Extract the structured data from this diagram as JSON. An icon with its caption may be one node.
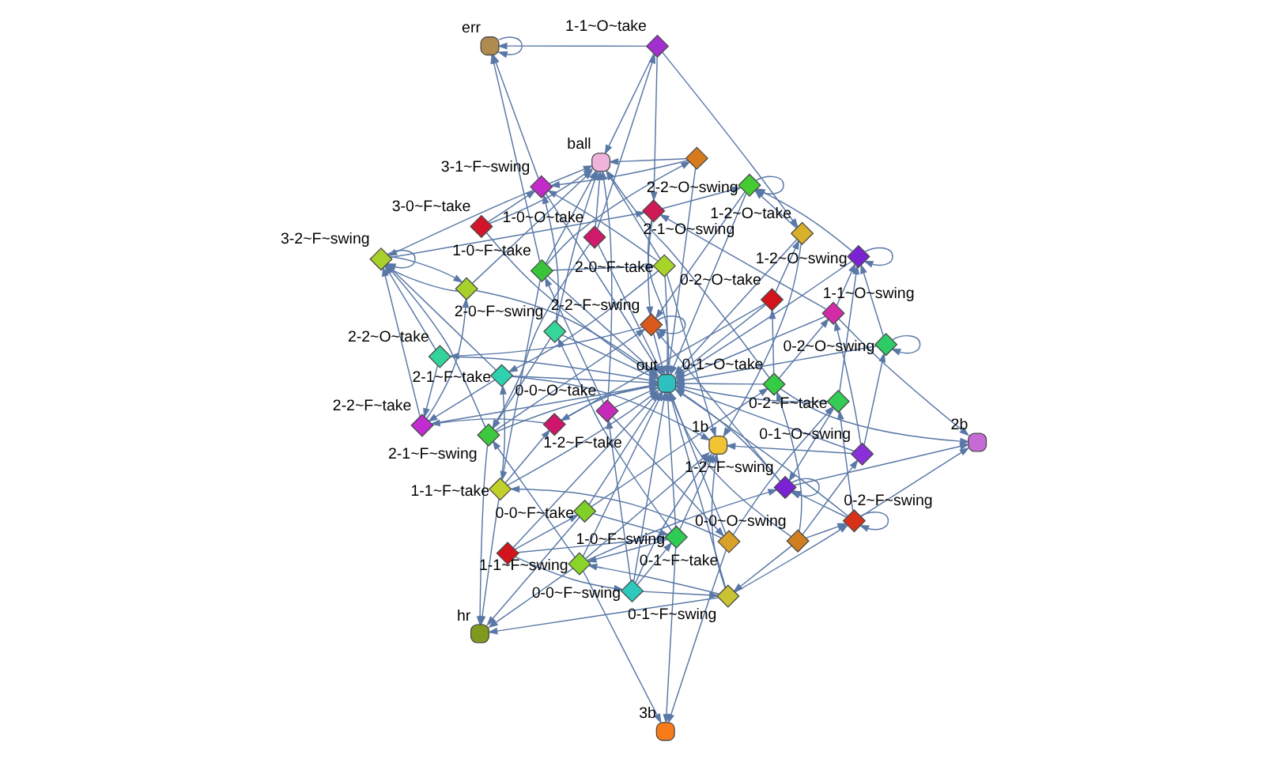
{
  "diagram": {
    "nodes": [
      {
        "text": [],
        "shape": "diamond"
      },
      {
        "text": [],
        "shape": "diamond"
      },
      {
        "text": [
          "0-0~F~swing"
        ]
      },
      {
        "text": [
          "err"
        ]
      },
      {
        "text": [
          "1-1~O~take"
        ]
      },
      {
        "text": [
          "0-0~O~take"
        ]
      },
      {
        "text": [
          "0-0~F~take"
        ]
      },
      {
        "text": [
          "0-0~O~swing"
        ]
      },
      {
        "text": [
          "3b"
        ]
      },
      {
        "text": [
          "1-0~F~take"
        ]
      },
      {
        "text": [
          "3-1~F~swing"
        ]
      },
      {
        "text": [
          "3-0~F~take"
        ]
      },
      {
        "text": [
          "1-0~F~swing"
        ]
      },
      {
        "text": [
          "1-0~O~take"
        ]
      },
      {
        "text": [
          "ball"
        ]
      },
      {
        "text": [
          "0-1~F~swing"
        ]
      },
      {
        "text": [
          "0-1~F~take"
        ]
      },
      {
        "text": [
          "2-0~F~swing"
        ]
      },
      {
        "text": [
          "hr"
        ]
      },
      {
        "text": [
          "0-1~O~take"
        ]
      },
      {
        "text": [
          "0-1~O~swing"
        ]
      },
      {
        "text": [
          "2-1~F~swing"
        ]
      },
      {
        "text": [
          "1b"
        ]
      },
      {
        "text": [
          "2-0~F~take"
        ]
      },
      {
        "text": [
          "out"
        ]
      },
      {
        "text": [
          "1-1~F~swing"
        ]
      },
      {
        "text": [
          "0-2~F~swing"
        ]
      },
      {
        "text": [
          "1-1~F~take"
        ]
      },
      {
        "text": [
          "2-1~F~take"
        ]
      },
      {
        "text": [
          "2b"
        ]
      },
      {
        "text": [
          "3-2~F~swing"
        ]
      },
      {
        "text": [
          "0-2~O~swing"
        ]
      },
      {
        "text": [],
        "shape": "diamond"
      },
      {
        "text": [
          "1-1~O~swing"
        ]
      },
      {
        "text": [
          "0-2~O~take"
        ]
      },
      {
        "text": [
          "2-2~F~take"
        ]
      },
      {
        "text": [
          "1-2~F~take"
        ]
      },
      {
        "text": [
          "0-2~F~take"
        ]
      },
      {
        "text": [
          "2-2~O~take"
        ]
      },
      {
        "text": [
          "1-2~F~swing"
        ]
      },
      {
        "text": [
          "1-2~O~take"
        ]
      },
      {
        "text": [
          "2-2~O~swing"
        ]
      },
      {
        "text": [
          "2-2~F~swing"
        ]
      },
      {
        "text": [
          "1-2~O~swing"
        ]
      },
      {
        "text": [
          "2-1~O~swing"
        ]
      }
    ],
    "edges": [
      {
        "from": 0,
        "to": 2,
        "arrow": "to"
      },
      {
        "from": 0,
        "to": 6,
        "arrow": "to"
      },
      {
        "from": 0,
        "to": 24,
        "arrow": "to"
      },
      {
        "from": 0,
        "to": 12,
        "arrow": "to"
      },
      {
        "from": 1,
        "to": 10,
        "arrow": "to"
      },
      {
        "from": 1,
        "to": 14,
        "arrow": "to"
      },
      {
        "from": 1,
        "to": 24,
        "arrow": "to"
      },
      {
        "from": 9,
        "to": 1,
        "arrow": "to"
      },
      {
        "from": 2,
        "to": 5,
        "arrow": "to"
      },
      {
        "from": 2,
        "to": 15,
        "arrow": "to"
      },
      {
        "from": 2,
        "to": 12,
        "arrow": "to"
      },
      {
        "from": 2,
        "to": 24,
        "arrow": "to"
      },
      {
        "from": 2,
        "to": 22,
        "arrow": "to"
      },
      {
        "from": 5,
        "to": 16,
        "arrow": "to"
      },
      {
        "from": 5,
        "to": 9,
        "arrow": "to"
      },
      {
        "from": 5,
        "to": 24,
        "arrow": "to"
      },
      {
        "from": 5,
        "to": 14,
        "arrow": "to"
      },
      {
        "from": 6,
        "to": 12,
        "arrow": "to"
      },
      {
        "from": 6,
        "to": 19,
        "arrow": "to"
      },
      {
        "from": 6,
        "to": 18,
        "arrow": "to"
      },
      {
        "from": 6,
        "to": 24,
        "arrow": "to"
      },
      {
        "from": 7,
        "to": 20,
        "arrow": "to"
      },
      {
        "from": 7,
        "to": 19,
        "arrow": "to"
      },
      {
        "from": 7,
        "to": 26,
        "arrow": "to"
      },
      {
        "from": 7,
        "to": 24,
        "arrow": "to"
      },
      {
        "from": 7,
        "to": 15,
        "arrow": "to"
      },
      {
        "from": 9,
        "to": 27,
        "arrow": "to"
      },
      {
        "from": 9,
        "to": 23,
        "arrow": "to"
      },
      {
        "from": 9,
        "to": 3,
        "arrow": "to"
      },
      {
        "from": 9,
        "to": 14,
        "arrow": "to"
      },
      {
        "from": 9,
        "to": 24,
        "arrow": "to"
      },
      {
        "from": 12,
        "to": 25,
        "arrow": "to"
      },
      {
        "from": 12,
        "to": 17,
        "arrow": "to"
      },
      {
        "from": 12,
        "to": 22,
        "arrow": "to"
      },
      {
        "from": 12,
        "to": 24,
        "arrow": "to"
      },
      {
        "from": 12,
        "to": 8,
        "arrow": "to"
      },
      {
        "from": 13,
        "to": 4,
        "arrow": "to"
      },
      {
        "from": 13,
        "to": 21,
        "arrow": "to"
      },
      {
        "from": 13,
        "to": 14,
        "arrow": "to"
      },
      {
        "from": 13,
        "to": 24,
        "arrow": "to"
      },
      {
        "from": 15,
        "to": 26,
        "arrow": "to"
      },
      {
        "from": 15,
        "to": 25,
        "arrow": "to"
      },
      {
        "from": 15,
        "to": 24,
        "arrow": "to"
      },
      {
        "from": 15,
        "to": 22,
        "arrow": "to"
      },
      {
        "from": 15,
        "to": 18,
        "arrow": "to"
      },
      {
        "from": 16,
        "to": 37,
        "arrow": "to"
      },
      {
        "from": 16,
        "to": 27,
        "arrow": "to"
      },
      {
        "from": 16,
        "to": 24,
        "arrow": "to"
      },
      {
        "from": 16,
        "to": 8,
        "arrow": "to"
      },
      {
        "from": 19,
        "to": 34,
        "arrow": "to"
      },
      {
        "from": 19,
        "to": 33,
        "arrow": "to"
      },
      {
        "from": 19,
        "to": 24,
        "arrow": "to"
      },
      {
        "from": 19,
        "to": 29,
        "arrow": "to"
      },
      {
        "from": 19,
        "to": 14,
        "arrow": "to"
      },
      {
        "from": 20,
        "to": 31,
        "arrow": "to"
      },
      {
        "from": 20,
        "to": 33,
        "arrow": "to"
      },
      {
        "from": 20,
        "to": 24,
        "arrow": "to"
      },
      {
        "from": 20,
        "to": 22,
        "arrow": "to"
      },
      {
        "from": 4,
        "to": 3,
        "arrow": "to"
      },
      {
        "from": 4,
        "to": 44,
        "arrow": "to"
      },
      {
        "from": 4,
        "to": 40,
        "arrow": "to"
      },
      {
        "from": 4,
        "to": 14,
        "arrow": "to"
      },
      {
        "from": 25,
        "to": 39,
        "arrow": "to"
      },
      {
        "from": 25,
        "to": 21,
        "arrow": "to"
      },
      {
        "from": 25,
        "to": 24,
        "arrow": "to"
      },
      {
        "from": 25,
        "to": 22,
        "arrow": "to"
      },
      {
        "from": 25,
        "to": 8,
        "arrow": "to"
      },
      {
        "from": 25,
        "to": 18,
        "arrow": "to"
      },
      {
        "from": 27,
        "to": 36,
        "arrow": "to"
      },
      {
        "from": 27,
        "to": 28,
        "arrow": "to"
      },
      {
        "from": 27,
        "to": 24,
        "arrow": "to"
      },
      {
        "from": 27,
        "to": 18,
        "arrow": "to"
      },
      {
        "from": 33,
        "to": 43,
        "arrow": "to"
      },
      {
        "from": 33,
        "to": 44,
        "arrow": "to"
      },
      {
        "from": 33,
        "to": 24,
        "arrow": "to"
      },
      {
        "from": 33,
        "to": 29,
        "arrow": "to"
      },
      {
        "from": 17,
        "to": 10,
        "arrow": "to"
      },
      {
        "from": 17,
        "to": 21,
        "arrow": "to"
      },
      {
        "from": 17,
        "to": 24,
        "arrow": "to"
      },
      {
        "from": 17,
        "to": 14,
        "arrow": "to"
      },
      {
        "from": 23,
        "to": 10,
        "arrow": "to"
      },
      {
        "from": 23,
        "to": 28,
        "arrow": "to"
      },
      {
        "from": 23,
        "to": 24,
        "arrow": "to"
      },
      {
        "from": 23,
        "to": 22,
        "arrow": "to"
      },
      {
        "from": 23,
        "to": 14,
        "arrow": "to"
      },
      {
        "from": 11,
        "to": 10,
        "arrow": "to"
      },
      {
        "from": 11,
        "to": 14,
        "arrow": "to"
      },
      {
        "from": 11,
        "to": 24,
        "arrow": "to"
      },
      {
        "from": 21,
        "to": 30,
        "arrow": "to"
      },
      {
        "from": 21,
        "to": 42,
        "arrow": "to"
      },
      {
        "from": 21,
        "to": 24,
        "arrow": "to"
      },
      {
        "from": 21,
        "to": 18,
        "arrow": "to"
      },
      {
        "from": 28,
        "to": 35,
        "arrow": "to"
      },
      {
        "from": 28,
        "to": 30,
        "arrow": "to"
      },
      {
        "from": 28,
        "to": 24,
        "arrow": "to"
      },
      {
        "from": 28,
        "to": 22,
        "arrow": "to"
      },
      {
        "from": 44,
        "to": 41,
        "arrow": "to"
      },
      {
        "from": 44,
        "to": 42,
        "arrow": "to"
      },
      {
        "from": 44,
        "to": 24,
        "arrow": "to"
      },
      {
        "from": 10,
        "to": 14,
        "arrow": "to"
      },
      {
        "from": 10,
        "to": 3,
        "arrow": "to"
      },
      {
        "from": 10,
        "to": 30,
        "arrow": "to"
      },
      {
        "from": 10,
        "to": 24,
        "arrow": "to"
      },
      {
        "from": 26,
        "to": 26,
        "arrow": "to"
      },
      {
        "from": 26,
        "to": 39,
        "arrow": "to"
      },
      {
        "from": 26,
        "to": 24,
        "arrow": "to"
      },
      {
        "from": 26,
        "to": 37,
        "arrow": "to"
      },
      {
        "from": 26,
        "to": 29,
        "arrow": "to"
      },
      {
        "from": 31,
        "to": 31,
        "arrow": "to"
      },
      {
        "from": 31,
        "to": 43,
        "arrow": "to"
      },
      {
        "from": 31,
        "to": 24,
        "arrow": "to"
      },
      {
        "from": 34,
        "to": 36,
        "arrow": "to"
      },
      {
        "from": 34,
        "to": 24,
        "arrow": "to"
      },
      {
        "from": 34,
        "to": 40,
        "arrow": "to"
      },
      {
        "from": 37,
        "to": 43,
        "arrow": "to"
      },
      {
        "from": 37,
        "to": 39,
        "arrow": "to"
      },
      {
        "from": 37,
        "to": 24,
        "arrow": "to"
      },
      {
        "from": 36,
        "to": 35,
        "arrow": "to"
      },
      {
        "from": 36,
        "to": 24,
        "arrow": "to"
      },
      {
        "from": 39,
        "to": 39,
        "arrow": "to"
      },
      {
        "from": 39,
        "to": 42,
        "arrow": "to"
      },
      {
        "from": 39,
        "to": 24,
        "arrow": "to"
      },
      {
        "from": 39,
        "to": 29,
        "arrow": "to"
      },
      {
        "from": 40,
        "to": 41,
        "arrow": "to"
      },
      {
        "from": 40,
        "to": 24,
        "arrow": "to"
      },
      {
        "from": 40,
        "to": 22,
        "arrow": "to"
      },
      {
        "from": 43,
        "to": 43,
        "arrow": "to"
      },
      {
        "from": 43,
        "to": 41,
        "arrow": "to"
      },
      {
        "from": 43,
        "to": 24,
        "arrow": "to"
      },
      {
        "from": 35,
        "to": 30,
        "arrow": "to"
      },
      {
        "from": 35,
        "to": 32,
        "arrow": "to"
      },
      {
        "from": 35,
        "to": 24,
        "arrow": "to"
      },
      {
        "from": 38,
        "to": 30,
        "arrow": "to"
      },
      {
        "from": 38,
        "to": 24,
        "arrow": "to"
      },
      {
        "from": 38,
        "to": 35,
        "arrow": "to"
      },
      {
        "from": 30,
        "to": 30,
        "arrow": "to"
      },
      {
        "from": 30,
        "to": 32,
        "arrow": "to"
      },
      {
        "from": 32,
        "to": 30,
        "arrow": "to"
      },
      {
        "from": 30,
        "to": 44,
        "arrow": "to"
      },
      {
        "from": 41,
        "to": 41,
        "arrow": "to"
      },
      {
        "from": 41,
        "to": 42,
        "arrow": "to"
      },
      {
        "from": 41,
        "to": 24,
        "arrow": "to"
      },
      {
        "from": 42,
        "to": 42,
        "arrow": "to"
      },
      {
        "from": 42,
        "to": 24,
        "arrow": "to"
      },
      {
        "from": 42,
        "to": 38,
        "arrow": "to"
      },
      {
        "from": 3,
        "to": 3,
        "arrow": "to"
      },
      {
        "from": 32,
        "to": 24,
        "arrow": "to"
      },
      {
        "from": 32,
        "to": 14,
        "arrow": "to"
      }
    ]
  }
}
